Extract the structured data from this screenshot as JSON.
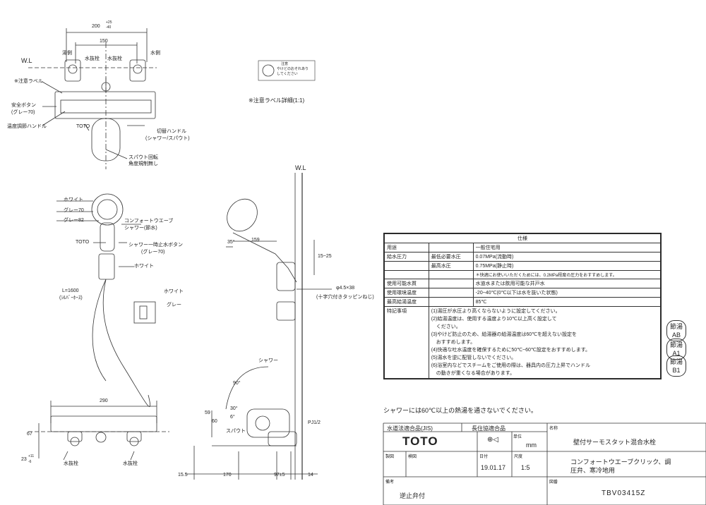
{
  "top_view": {
    "dim_200": "200",
    "dim_200_tol_plus": "+25",
    "dim_200_tol_minus": "-40",
    "dim_150": "150",
    "wl": "W.L",
    "hot_side": "湯側",
    "water_stop_l": "水抜栓",
    "water_stop_r": "水抜栓",
    "cold_side": "水側",
    "caution_label": "※注意ラベル",
    "safety_button": "安全ボタン",
    "safety_button_color": "(グレー70)",
    "temp_handle": "温度調節ハンドル",
    "toto": "TOTO",
    "switch_handle": "切替ハンドル",
    "switch_handle_sub": "(シャワー/スパウト)",
    "spout_rotate_1": "スパウト回転",
    "spout_rotate_2": "角度規制無し"
  },
  "caution": {
    "label_title": "注意",
    "label_line1": "やけどのおそれあり",
    "label_line2": "してください",
    "detail": "※注意ラベル詳細(1:1)"
  },
  "shower_view": {
    "white": "ホワイト",
    "grey70": "グレー70",
    "grey82": "グレー82",
    "comfort_1": "コンフォートウエーブ",
    "comfort_2": "シャワー(節水)",
    "toto": "TOTO",
    "stop_button": "シャワー一時止水ボタン",
    "stop_button_color": "(グレー70)",
    "white2": "ホワイト",
    "hose_len": "L=1600",
    "hose_type": "(ｼﾙﾊﾞｰﾎｰｽ)",
    "holder_white": "ホワイト",
    "holder_grey": "グレー"
  },
  "side_view": {
    "wl": "W.L",
    "angle_35": "35°",
    "dim_159": "159",
    "dim_15_25": "15~25",
    "screw": "φ4.5×38",
    "screw_sub": "(十字穴付きタッピンねじ)",
    "shower": "シャワー",
    "angle_90": "90°",
    "angle_30": "30°",
    "angle_6": "6°",
    "dim_59": "59",
    "dim_60": "60",
    "spout": "スパウト",
    "pj": "PJ1/2",
    "dim_15_5": "15.5",
    "dim_170": "170",
    "dim_97": "97±5",
    "dim_14": "14"
  },
  "front_view": {
    "dim_290": "290",
    "dim_67": "67",
    "dim_23": "23",
    "dim_23_tol_plus": "+11",
    "dim_23_tol_minus": "-6",
    "water_stop_l": "水抜栓",
    "water_stop_r": "水抜栓"
  },
  "spec": {
    "title": "仕様",
    "rows": [
      {
        "k1": "用途",
        "k2": "",
        "v": "一般住宅用"
      },
      {
        "k1": "給水圧力",
        "k2": "最低必要水圧",
        "v": "0.07MPa(流動時)"
      },
      {
        "k1": "",
        "k2": "最高水圧",
        "v": "0.75MPa(静止時)"
      },
      {
        "k1": "",
        "k2": "",
        "v": "＊快適にお使いいただくためには、0.2MPa程度の圧力をおすすめします。"
      },
      {
        "k1": "使用可能水質",
        "k2": "",
        "v": "水道水または飲用可能な井戸水"
      },
      {
        "k1": "使用環境温度",
        "k2": "",
        "v": "-20~40℃(0℃以下は水を抜いた状態)"
      },
      {
        "k1": "最高給湯温度",
        "k2": "",
        "v": "85℃"
      }
    ],
    "notes_label": "特記事項",
    "notes": [
      "(1)湯圧が水圧より高くならないように設定してください。",
      "(2)給湯温度は、使用する温度より10℃以上高く設定して",
      "　ください。",
      "(3)やけど防止のため、給湯器の給湯温度は60℃を超えない設定を",
      "　おすすめします。",
      "(4)快適な吐水温度を確保するために50℃~60℃設定をおすすめします。",
      "(5)湯水を逆に配管しないでください。",
      "(6)浴室内などでスチームをご使用の際は、器具内の圧力上昇でハンドル",
      "　の動きが重くなる場合があります。"
    ]
  },
  "badges": [
    {
      "top": "節湯",
      "bottom": "AB"
    },
    {
      "top": "節湯",
      "bottom": "A1"
    },
    {
      "top": "節湯",
      "bottom": "B1"
    }
  ],
  "warning": "シャワーには60℃以上の熱湯を通さないでください。",
  "title_block": {
    "jis": "水道法適合品(JIS)",
    "long_life": "長住協適合品",
    "brand": "TOTO",
    "unit_label": "単位",
    "unit": "mm",
    "name_label": "名称",
    "name": "壁付サーモスタット混合水栓",
    "design_label": "製図",
    "check_label": "検図",
    "date_label": "日付",
    "date": "19.01.17",
    "scale_label": "尺度",
    "scale": "1:5",
    "series": "コンフォートウエーブクリック、調",
    "series2": "圧弁、寒冷地用",
    "remarks_label": "備考",
    "remarks": "逆止弁付",
    "drawing_label": "図番",
    "drawing_no": "TBV03415Z"
  }
}
